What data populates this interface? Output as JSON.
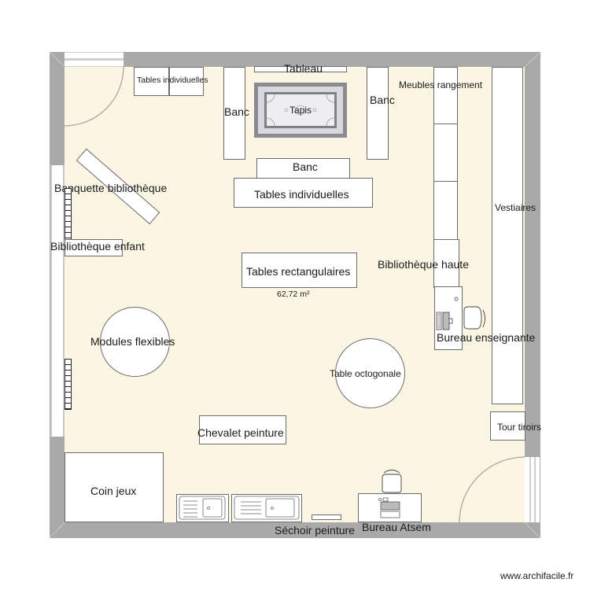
{
  "plan": {
    "area": "62,72 m²",
    "watermark": "www.archifacile.fr",
    "colors": {
      "wall": "#a9a9a9",
      "floor": "#fbf6e4",
      "furniture": "#ffffff",
      "outline": "#6b6b6b"
    }
  },
  "labels": {
    "tables_individuelles_top": "Tables individuelles",
    "tableau": "Tableau",
    "tapis": "Tapis",
    "banc_left": "Banc",
    "banc_right": "Banc",
    "banc_center": "Banc",
    "tables_individuelles_center": "Tables individuelles",
    "meubles_rangement": "Meubles rangement",
    "vestiaires": "Vestiaires",
    "banquette_bibliotheque": "Banquette bibliothèque",
    "bibliotheque_enfant": "Bibliothèque enfant",
    "tables_rectangulaires": "Tables rectangulaires",
    "bibliotheque_haute": "Bibliothèque haute",
    "bureau_enseignante": "Bureau enseignante",
    "modules_flexibles": "Modules flexibles",
    "table_octogonale": "Table octogonale",
    "chevalet_peinture": "Chevalet peinture",
    "tour_tiroirs": "Tour tiroirs",
    "coin_jeux": "Coin jeux",
    "sechoir_peinture": "Séchoir peinture",
    "bureau_atsem": "Bureau Atsem"
  }
}
